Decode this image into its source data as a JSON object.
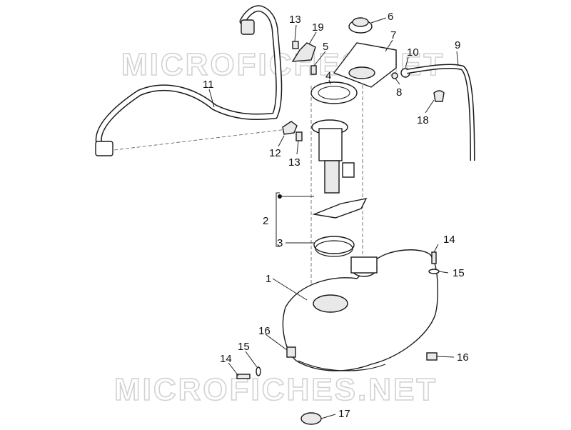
{
  "watermark": {
    "text": "MICROFICHES.NET"
  },
  "callouts": {
    "c1": "1",
    "c2": "2",
    "c3": "3",
    "c4": "4",
    "c5": "5",
    "c6": "6",
    "c7": "7",
    "c8": "8",
    "c9": "9",
    "c10": "10",
    "c11": "11",
    "c12": "12",
    "c13a": "13",
    "c13b": "13",
    "c14a": "14",
    "c14b": "14",
    "c15a": "15",
    "c15b": "15",
    "c16a": "16",
    "c16b": "16",
    "c17": "17",
    "c18": "18",
    "c19": "19"
  }
}
